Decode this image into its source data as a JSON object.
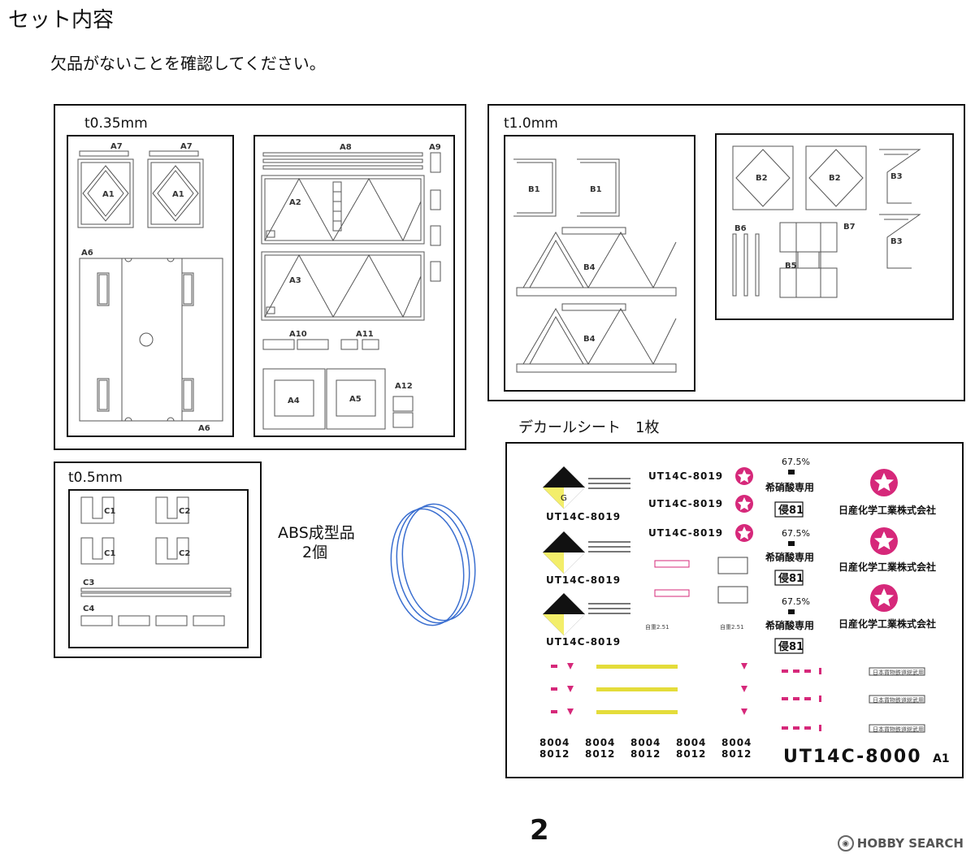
{
  "header": {
    "title": "セット内容",
    "subtitle": "欠品がないことを確認してください。"
  },
  "sprue_035": {
    "thickness": "t0.35mm",
    "parts": [
      "A1",
      "A1",
      "A2",
      "A3",
      "A4",
      "A5",
      "A6",
      "A6",
      "A7",
      "A7",
      "A8",
      "A9",
      "A10",
      "A11",
      "A12"
    ]
  },
  "sprue_10": {
    "thickness": "t1.0mm",
    "parts": [
      "B1",
      "B1",
      "B2",
      "B2",
      "B3",
      "B3",
      "B4",
      "B4",
      "B5",
      "B6",
      "B7"
    ]
  },
  "sprue_05": {
    "thickness": "t0.5mm",
    "parts": [
      "C1",
      "C1",
      "C2",
      "C2",
      "C3",
      "C4"
    ]
  },
  "abs_part": {
    "line1": "ABS成型品",
    "line2": "2個"
  },
  "decal": {
    "title": "デカールシート　1枚",
    "logo_letter": "G",
    "codes": [
      "UT14C-8019",
      "UT14C-8019",
      "UT14C-8019",
      "UT14C-8019",
      "UT14C-8019",
      "UT14C-8019"
    ],
    "percent": "67.5%",
    "acid": "希硝酸専用",
    "toxic": "侵81",
    "company": "日産化学工業株式会社",
    "rail": "日本貨物鉄道総武用",
    "weight": "自重2.51",
    "numbers_top": [
      "8004",
      "8004",
      "8004",
      "8004",
      "8004"
    ],
    "numbers_bottom": [
      "8012",
      "8012",
      "8012",
      "8012",
      "8012"
    ],
    "big_code": "UT14C-8000",
    "big_suffix": "A1"
  },
  "page_number": "2",
  "watermark": "HOBBY SEARCH",
  "colors": {
    "magenta": "#d6287a",
    "yellow": "#f3ee6a",
    "blue": "#3b6fd0"
  }
}
